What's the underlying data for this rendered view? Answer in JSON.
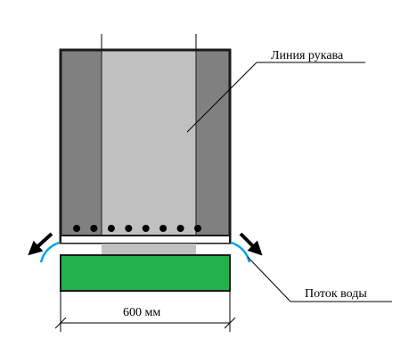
{
  "labels": {
    "sleeve_line": "Линия рукава",
    "water_flow": "Поток воды",
    "width_dimension": "600 мм"
  },
  "colors": {
    "outer_wall": "#808080",
    "inner_core": "#c0c0c0",
    "outline": "#1a1a1a",
    "slab": "#22b14c",
    "water_arc": "#00a2e8",
    "rebar": "#000000"
  },
  "rebar_count": 8
}
